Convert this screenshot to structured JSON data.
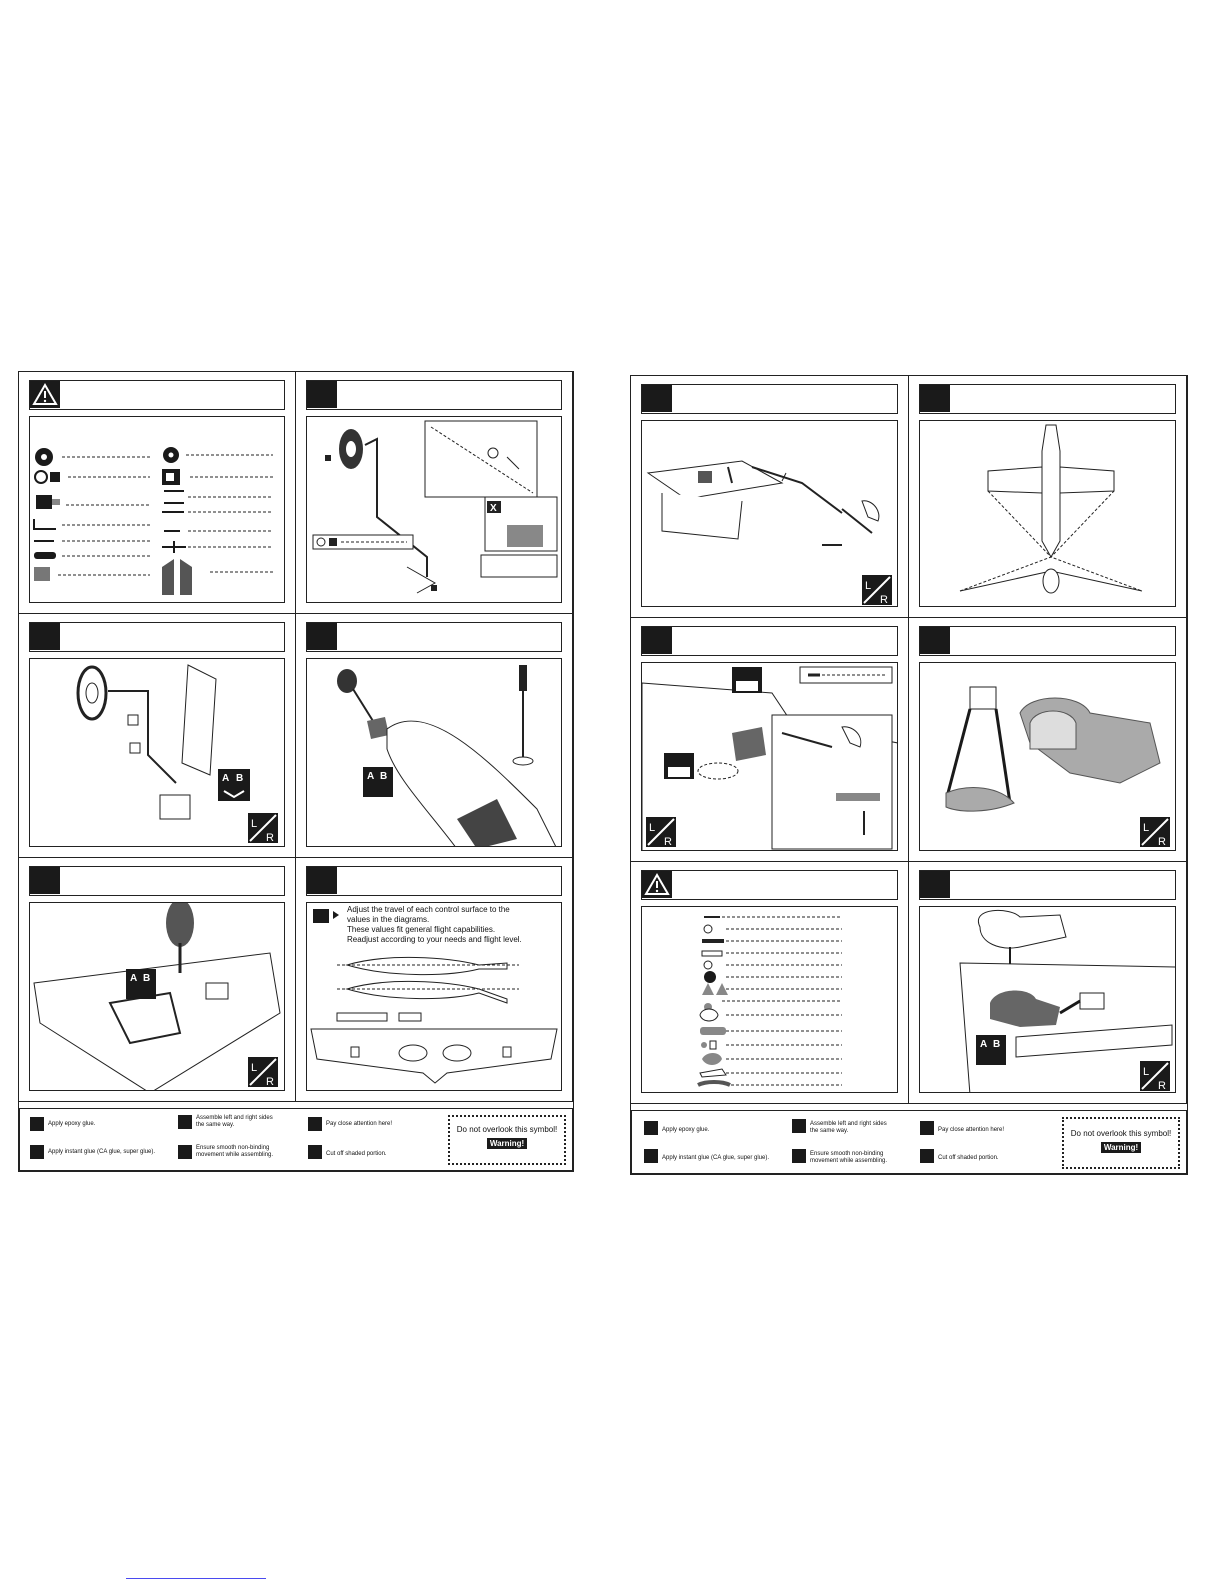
{
  "instructions": {
    "lines": "Adjust the travel of each control surface to the\nvalues in the diagrams.\nThese values fit general flight capabilities.\nReadjust according to your needs and flight level."
  },
  "legend": {
    "epoxy": "Apply epoxy glue.",
    "instant": "Apply instant glue (CA glue, super glue).",
    "assemble": "Assemble left and right sides\nthe same way.",
    "smooth": "Ensure smooth non-binding\nmovement while assembling.",
    "attention": "Pay close attention here!",
    "cut": "Cut off shaded portion.",
    "dont_overlook": "Do not overlook this symbol!",
    "warning": "Warning!",
    "ca_icon": "CA"
  },
  "symbols": {
    "lr_l": "L",
    "lr_r": "R",
    "ab_a": "A",
    "ab_b": "B",
    "x_mark": "X"
  },
  "colors": {
    "ink": "#1a1a1a",
    "link": "#4a4af0"
  }
}
